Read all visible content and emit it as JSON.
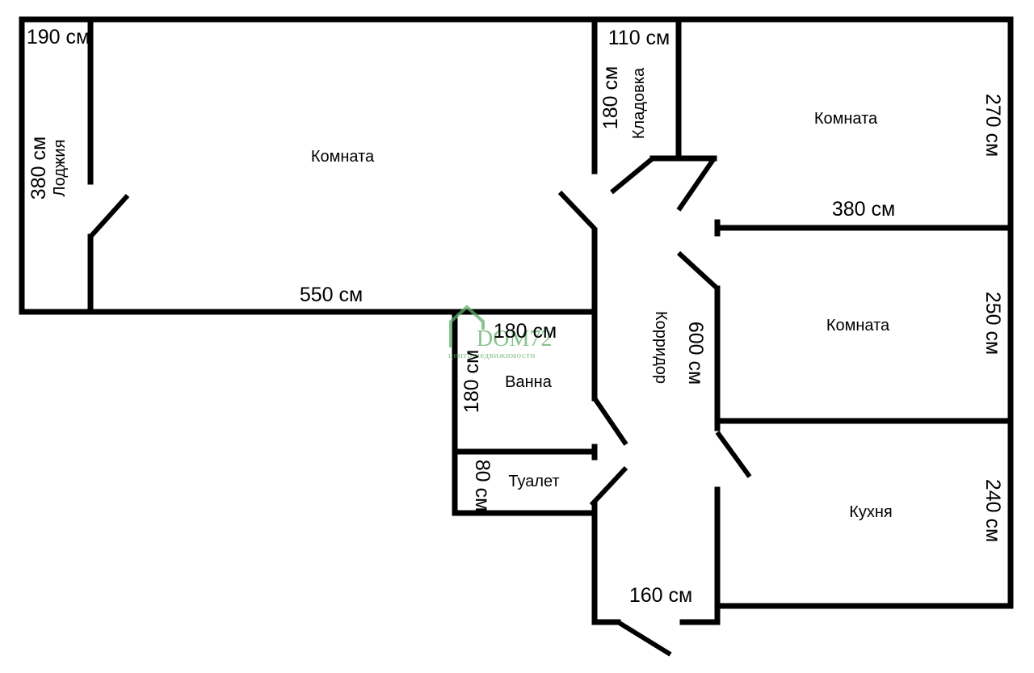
{
  "rooms": {
    "loggia": "Лоджия",
    "big_room": "Комната",
    "storage": "Кладовка",
    "room_top_right": "Комната",
    "room_middle_right": "Комната",
    "bath": "Ванна",
    "toilet": "Туалет",
    "corridor": "Корридор",
    "kitchen": "Кухня"
  },
  "dimensions": {
    "loggia_width": "190 см",
    "loggia_length": "380 см",
    "big_room_length": "550 см",
    "storage_width": "110 см",
    "storage_length": "180 см",
    "room_top_right_depth": "270 см",
    "room_top_right_width": "380 см",
    "room_middle_right_depth": "250 см",
    "corridor_length": "600 см",
    "bath_width": "180 см",
    "bath_length": "180 см",
    "toilet_length": "80 см",
    "kitchen_depth": "240 см",
    "entrance_width": "160 см"
  },
  "watermark": {
    "brand": "DOM72",
    "tagline": "центр недвижимости"
  },
  "colors": {
    "walls": "#000000",
    "watermark": "#5fae6a"
  }
}
